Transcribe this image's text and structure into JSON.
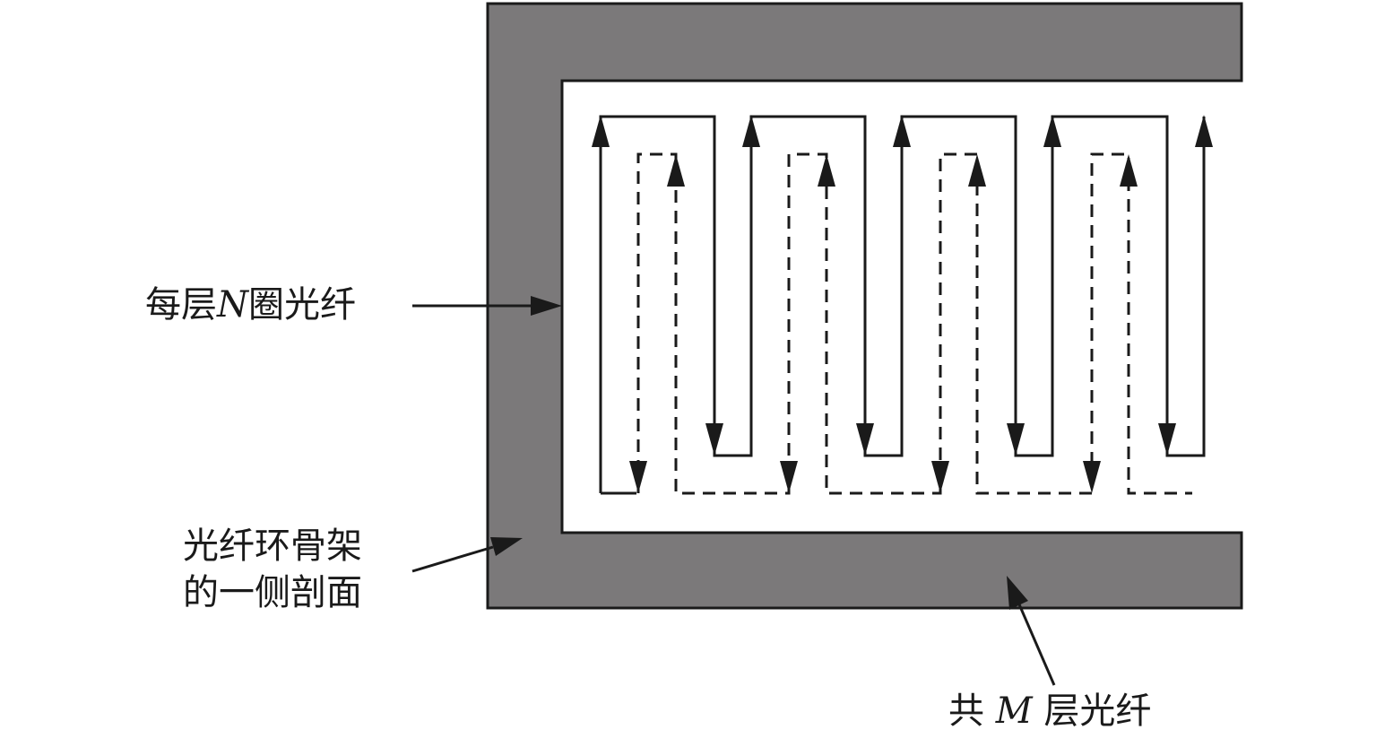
{
  "labels": {
    "layer_turns": {
      "prefix": "每层",
      "variable": "N",
      "suffix": "圈光纤"
    },
    "frame_section": {
      "line1": "光纤环骨架",
      "line2": "的一侧剖面"
    },
    "total_layers": {
      "prefix": "共 ",
      "variable": "M",
      "suffix": " 层光纤"
    }
  },
  "colors": {
    "frame_fill": "#7b797a",
    "frame_stroke": "#1a1a1a",
    "line": "#1a1a1a",
    "background": "#ffffff"
  }
}
